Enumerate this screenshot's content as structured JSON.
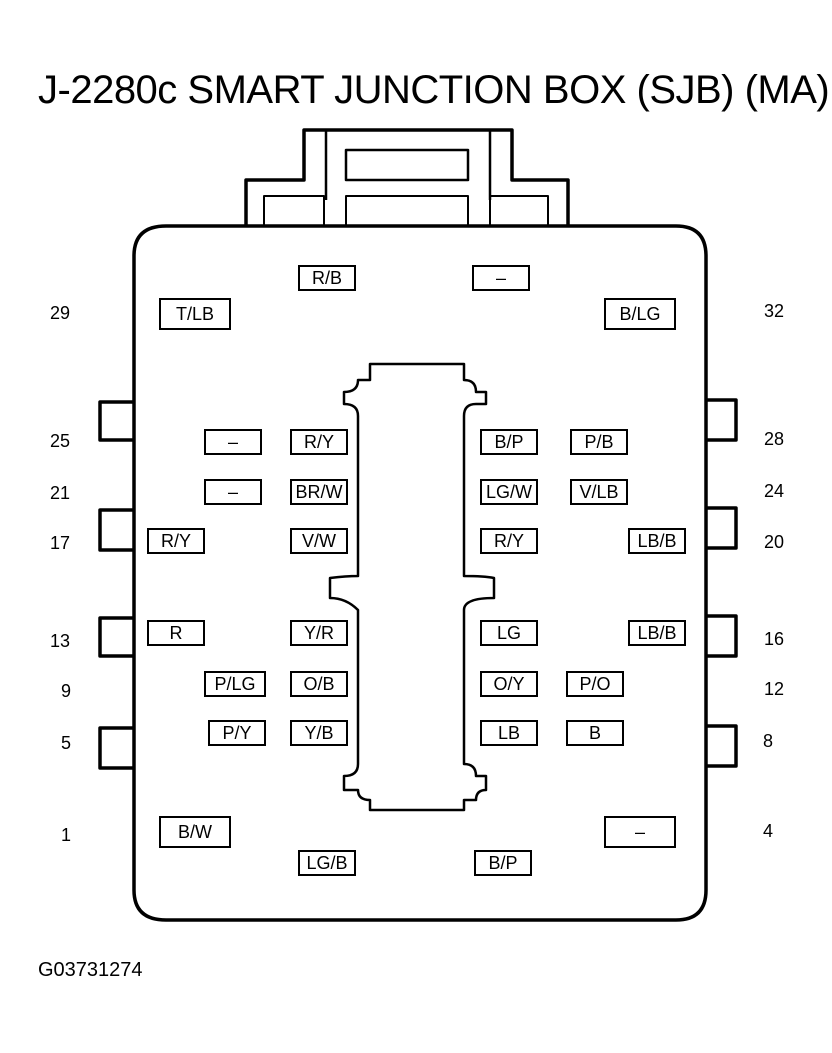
{
  "title": "J-2280c SMART JUNCTION BOX (SJB) (MA)",
  "figure_id": "G03731274",
  "pin_numbers": {
    "p29": "29",
    "p32": "32",
    "p25": "25",
    "p28": "28",
    "p21": "21",
    "p24": "24",
    "p17": "17",
    "p20": "20",
    "p13": "13",
    "p16": "16",
    "p9": "9",
    "p12": "12",
    "p5": "5",
    "p8": "8",
    "p1": "1",
    "p4": "4"
  },
  "cavities": {
    "top_left": "R/B",
    "top_right": "–",
    "r29_1": "T/LB",
    "r32_1": "B/LG",
    "r25_1": "–",
    "r25_2": "R/Y",
    "r28_1": "B/P",
    "r28_2": "P/B",
    "r21_1": "–",
    "r21_2": "BR/W",
    "r24_1": "LG/W",
    "r24_2": "V/LB",
    "r17_1": "R/Y",
    "r17_2": "V/W",
    "r20_1": "R/Y",
    "r20_2": "LB/B",
    "r13_1": "R",
    "r13_2": "Y/R",
    "r16_1": "LG",
    "r16_2": "LB/B",
    "r9_1": "P/LG",
    "r9_2": "O/B",
    "r12_1": "O/Y",
    "r12_2": "P/O",
    "r5_1": "P/Y",
    "r5_2": "Y/B",
    "r8_1": "LB",
    "r8_2": "B",
    "r1_1": "B/W",
    "r4_1": "–",
    "bottom_left": "LG/B",
    "bottom_right": "B/P"
  }
}
